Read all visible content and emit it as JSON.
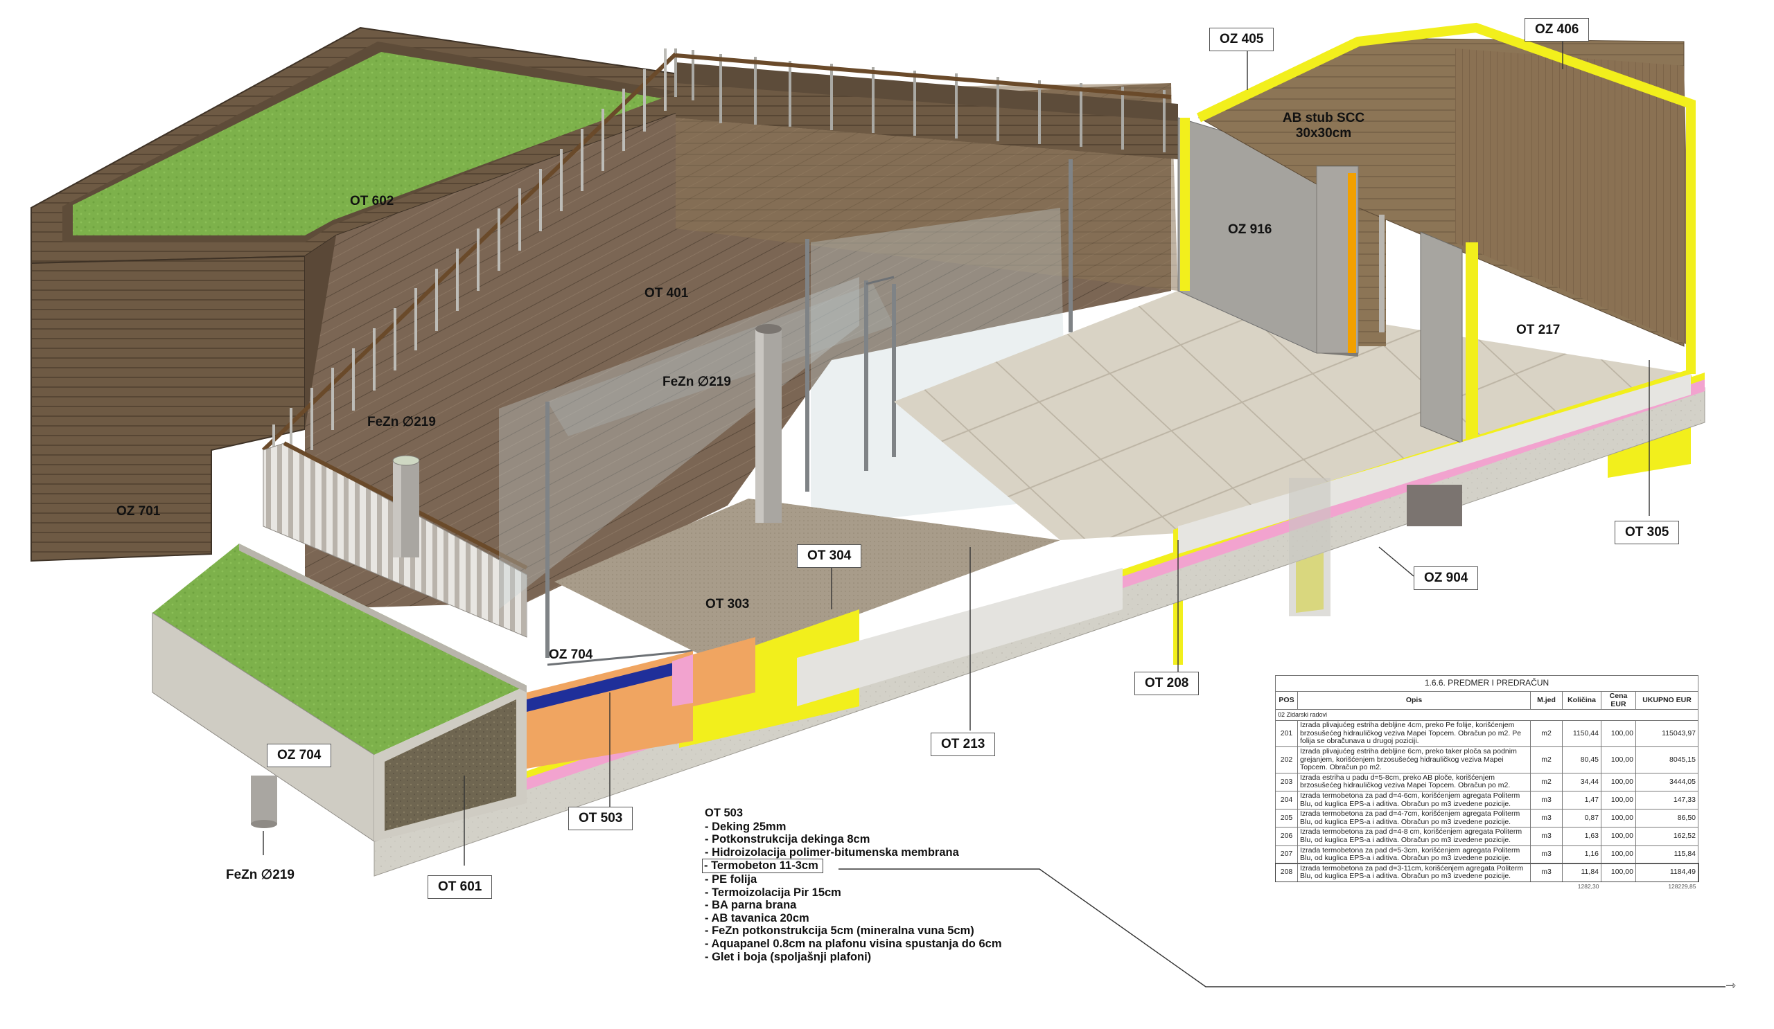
{
  "labels": {
    "ot602": "OT 602",
    "ot401": "OT 401",
    "oz701": "OZ 701",
    "fezn_top": "FeZn ∅219",
    "fezn_left": "FeZn ∅219",
    "fezn_bottom": "FeZn ∅219",
    "ot303": "OT 303",
    "ot304": "OT 304",
    "oz704_deck": "OZ 704",
    "oz704_plant": "OZ 704",
    "ot601": "OT 601",
    "ot503": "OT 503",
    "ot213": "OT 213",
    "ot208": "OT 208",
    "oz904": "OZ 904",
    "ot305": "OT 305",
    "ot217": "OT 217",
    "oz916": "OZ 916",
    "ab_stub_line1": "AB stub SCC",
    "ab_stub_line2": "30x30cm",
    "oz405": "OZ 405",
    "oz406": "OZ 406"
  },
  "legend": {
    "title": "OT 503",
    "items": [
      "- Deking 25mm",
      "- Potkonstrukcija dekinga 8cm",
      "- Hidroizolacija polimer-bitumenska membrana",
      "- Termobeton 11-3cm",
      "- PE folija",
      "- Termoizolacija Pir 15cm",
      "- BA parna brana",
      "- AB tavanica 20cm",
      "- FeZn potkonstrukcija 5cm (mineralna vuna 5cm)",
      "- Aquapanel 0.8cm na plafonu visina spustanja do 6cm",
      "- Glet i boja (spoljašnji plafoni)"
    ],
    "highlight_index": 3
  },
  "estimate": {
    "title": "1.6.6. PREDMER I PREDRAČUN",
    "columns": [
      "POS",
      "Opis",
      "M.jed",
      "Količina",
      "Cena EUR",
      "UKUPNO EUR"
    ],
    "section": "02 Zidarski radovi",
    "rows": [
      {
        "pos": "201",
        "opis": "Izrada plivajućeg estriha debljine 4cm, preko Pe folije, korišćenjem brzosušećeg hidrauličkog veziva Mapei Topcem. Obračun po m2. Pe folija se obračunava u drugoj poziciji.",
        "mjed": "m2",
        "kolicina": "1150,44",
        "cena": "100,00",
        "ukupno": "115043,97"
      },
      {
        "pos": "202",
        "opis": "Izrada plivajućeg estriha debljine 6cm, preko taker ploča sa podnim grejanjem, korišćenjem brzosušećeg hidrauličkog veziva Mapei Topcem. Obračun po m2.",
        "mjed": "m2",
        "kolicina": "80,45",
        "cena": "100,00",
        "ukupno": "8045,15"
      },
      {
        "pos": "203",
        "opis": "Izrada estriha u padu d=5-8cm, preko AB ploče, korišćenjem brzosušećeg hidrauličkog veziva Mapei Topcem. Obračun po m2.",
        "mjed": "m2",
        "kolicina": "34,44",
        "cena": "100,00",
        "ukupno": "3444,05"
      },
      {
        "pos": "204",
        "opis": "Izrada termobetona za pad d=4-6cm, korišćenjem agregata Politerm Blu, od kuglica EPS-a i aditiva. Obračun po m3 izvedene pozicije.",
        "mjed": "m3",
        "kolicina": "1,47",
        "cena": "100,00",
        "ukupno": "147,33"
      },
      {
        "pos": "205",
        "opis": "Izrada termobetona za pad d=4-7cm, korišćenjem agregata Politerm Blu, od kuglica EPS-a i aditiva. Obračun po m3 izvedene pozicije.",
        "mjed": "m3",
        "kolicina": "0,87",
        "cena": "100,00",
        "ukupno": "86,50"
      },
      {
        "pos": "206",
        "opis": "Izrada termobetona za pad d=4-8 cm, korišćenjem agregata Politerm Blu, od kuglica EPS-a i aditiva. Obračun po m3 izvedene pozicije.",
        "mjed": "m3",
        "kolicina": "1,63",
        "cena": "100,00",
        "ukupno": "162,52"
      },
      {
        "pos": "207",
        "opis": "Izrada termobetona za pad d=5-3cm, korišćenjem agregata Politerm Blu, od kuglica EPS-a i aditiva. Obračun po m3 izvedene pozicije.",
        "mjed": "m3",
        "kolicina": "1,16",
        "cena": "100,00",
        "ukupno": "115,84"
      },
      {
        "pos": "208",
        "opis": "Izrada termobetona za pad d=3-11cm, korišćenjem agregata Politerm Blu, od kuglica EPS-a i aditiva. Obračun po m3 izvedene pozicije.",
        "mjed": "m3",
        "kolicina": "11,84",
        "cena": "100,00",
        "ukupno": "1184,49"
      }
    ],
    "totals": {
      "kolicina": "1282,30",
      "ukupno": "128229,85"
    },
    "highlight_pos": "208"
  },
  "colors": {
    "grass": "#7fb04a",
    "wood_dark": "#5c4a36",
    "wood_deck": "#7a6552",
    "concrete": "#d9d6cc",
    "tile_floor": "#d6d0c2",
    "insulation_yellow": "#f2ef1c",
    "insulation_pink": "#f2a3cf",
    "membrane_blue": "#1f2f9a",
    "thermal_orange": "#f0a561",
    "glass": "#c8d4d8"
  }
}
